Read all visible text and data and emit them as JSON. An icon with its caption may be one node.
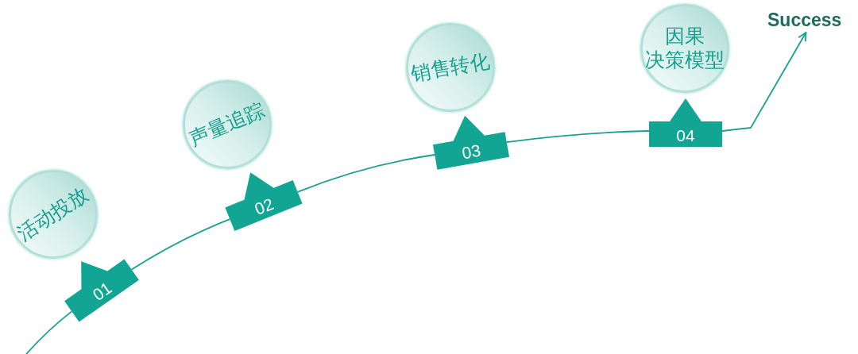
{
  "diagram": {
    "nodes": [
      {
        "text": [
          "活动投放"
        ]
      },
      {
        "text": [
          "01"
        ]
      },
      {
        "text": [
          "声量追踪"
        ]
      },
      {
        "text": [
          "02"
        ]
      },
      {
        "text": [
          "销售转化"
        ]
      },
      {
        "text": [
          "03"
        ]
      },
      {
        "text": [
          "因果决策模型"
        ]
      },
      {
        "text": [
          "04"
        ]
      },
      {
        "text": [
          "Success"
        ]
      }
    ],
    "edges": [
      {
        "from": null,
        "to": 1,
        "arrow": "none"
      },
      {
        "from": 1,
        "to": 3,
        "arrow": "none"
      },
      {
        "from": 3,
        "to": 5,
        "arrow": "none"
      },
      {
        "from": 5,
        "to": 7,
        "arrow": "none"
      },
      {
        "from": 7,
        "to": 8,
        "arrow": "to"
      }
    ]
  }
}
